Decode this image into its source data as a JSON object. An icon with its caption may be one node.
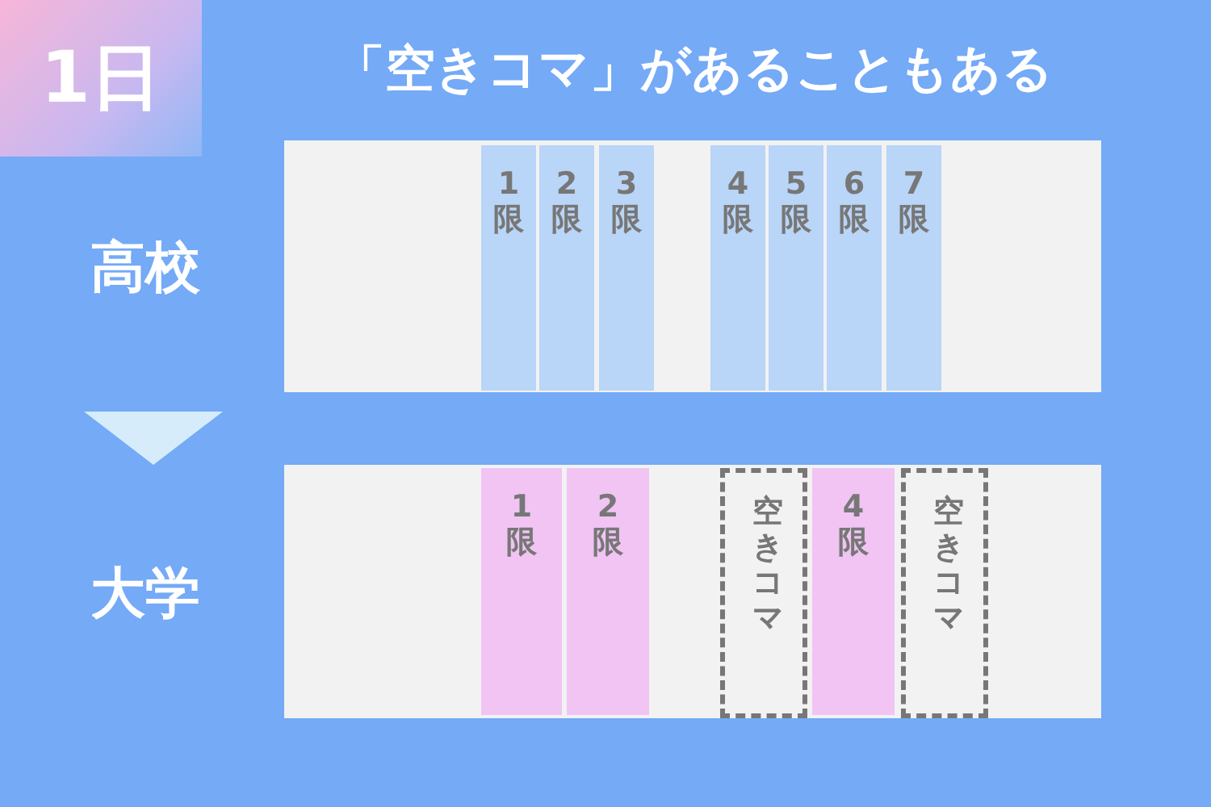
{
  "diagram": {
    "title": "「空きコマ」があることもある",
    "nodes": [
      {
        "text": [
          "1日"
        ]
      },
      {
        "text": [
          "高校"
        ]
      },
      {
        "text": [
          "1限"
        ],
        "in": 1
      },
      {
        "text": [
          "2限"
        ],
        "in": 1
      },
      {
        "text": [
          "3限"
        ],
        "in": 1
      },
      {
        "text": [
          "4限"
        ],
        "in": 1
      },
      {
        "text": [
          "5限"
        ],
        "in": 1
      },
      {
        "text": [
          "6限"
        ],
        "in": 1
      },
      {
        "text": [
          "7限"
        ],
        "in": 1
      },
      {
        "text": [
          "大学"
        ]
      },
      {
        "text": [
          "1限"
        ],
        "in": 9
      },
      {
        "text": [
          "2限"
        ],
        "in": 9
      },
      {
        "text": [
          "空きコマ"
        ],
        "in": 9
      },
      {
        "text": [
          "4限"
        ],
        "in": 9
      },
      {
        "text": [
          "空きコマ"
        ],
        "in": 9
      }
    ],
    "edges": [
      {
        "from": 1,
        "to": 9,
        "arrow": "to",
        "color": "#d6ecfb"
      }
    ]
  }
}
